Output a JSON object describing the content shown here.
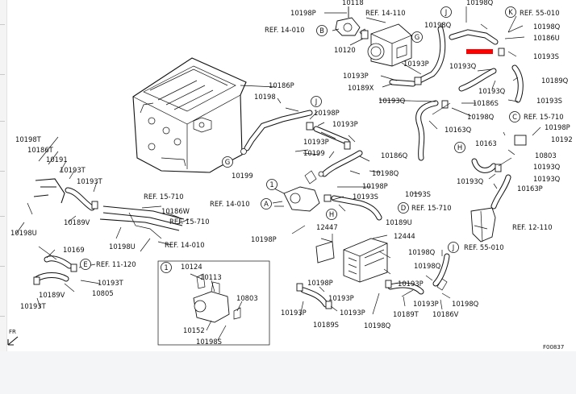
{
  "marker_color": "#ff0000",
  "figure_code": "F00837",
  "front_label": "FR",
  "labels": {
    "p_10118": "10118",
    "p_10198p_a": "10198P",
    "ref_14110": "REF. 14-110",
    "ref_14010_a": "REF. 14-010",
    "p_10120": "10120",
    "p_10198q_top": "10198Q",
    "ref_55010_top": "REF. 55-010",
    "p_10198q_k": "10198Q",
    "p_10186u": "10186U",
    "p_10193s_a": "10193S",
    "p_10198q_g": "10198Q",
    "p_10193q_a": "10193Q",
    "p_10193p_a": "10193P",
    "p_10193p_b": "10193P",
    "p_10189x": "10189X",
    "p_10189q": "10189Q",
    "p_10193q_b": "10193Q",
    "p_10186s": "10186S",
    "p_10193q_c": "10193Q",
    "p_10193s_b": "10193S",
    "ref_15710_a": "REF. 15-710",
    "p_10198q_c": "10198Q",
    "p_10163q": "10163Q",
    "p_10198p_c": "10198P",
    "p_10192": "10192",
    "p_10186p": "10186P",
    "p_10198_a": "10198",
    "p_10193p_c": "10193P",
    "p_10193p_d": "10193P",
    "p_10163": "10163",
    "p_10803_a": "10803",
    "p_10199": "10199",
    "p_10186q": "10186Q",
    "p_10198q_d": "10198Q",
    "p_10198q_e": "10198Q",
    "p_10193q_d": "10193Q",
    "p_10193q_e": "10193Q",
    "p_10199_b": "10199",
    "p_10193q_f": "10193Q",
    "p_10163p": "10163P",
    "p_10198t": "10198T",
    "p_10186t": "10186T",
    "p_10191": "10191",
    "p_10193t_a": "10193T",
    "p_10193t_b": "10193T",
    "ref_15710_b": "REF. 15-710",
    "p_10198p_d": "10198P",
    "ref_14010_b": "REF. 14-010",
    "p_10193s_c": "10193S",
    "p_10193s_d": "10193S",
    "ref_15710_c": "REF. 15-710",
    "p_10186w": "10186W",
    "ref_15710_d": "REF. 15-710",
    "p_10189v_a": "10189V",
    "p_10198u": "10198U",
    "p_10198u_b": "10198U",
    "p_10189u": "10189U",
    "ref_12110": "REF. 12-110",
    "p_12447": "12447",
    "p_12444": "12444",
    "p_10198p_e": "10198P",
    "ref_14010_c": "REF. 14-010",
    "ref_55010_b": "REF. 55-010",
    "p_10169": "10169",
    "ref_11120": "REF. 11-120",
    "p_10193t_c": "10193T",
    "p_10193t_d": "10193T",
    "p_10189v_b": "10189V",
    "p_10805": "10805",
    "p_10198q_f": "10198Q",
    "p_10198p_f": "10198P",
    "p_10193p_e": "10193P",
    "p_10193p_f": "10193P",
    "p_10193p_g": "10193P",
    "p_10189s": "10189S",
    "p_10198q_g2": "10198Q",
    "p_10189t": "10189T",
    "p_10186v": "10186V",
    "p_10198q_h": "10198Q",
    "p_10124": "10124",
    "p_10113": "10113",
    "p_10803_b": "10803",
    "p_10152": "10152",
    "p_10198s": "10198S"
  },
  "callouts": {
    "b1": "B",
    "g1": "G",
    "j1": "J",
    "k1": "K",
    "c1": "C",
    "h1": "H",
    "a1": "A",
    "g2": "G",
    "j2": "J",
    "one1": "1",
    "d1": "D",
    "h2": "H",
    "e1": "E",
    "one2": "1",
    "j3": "J"
  }
}
